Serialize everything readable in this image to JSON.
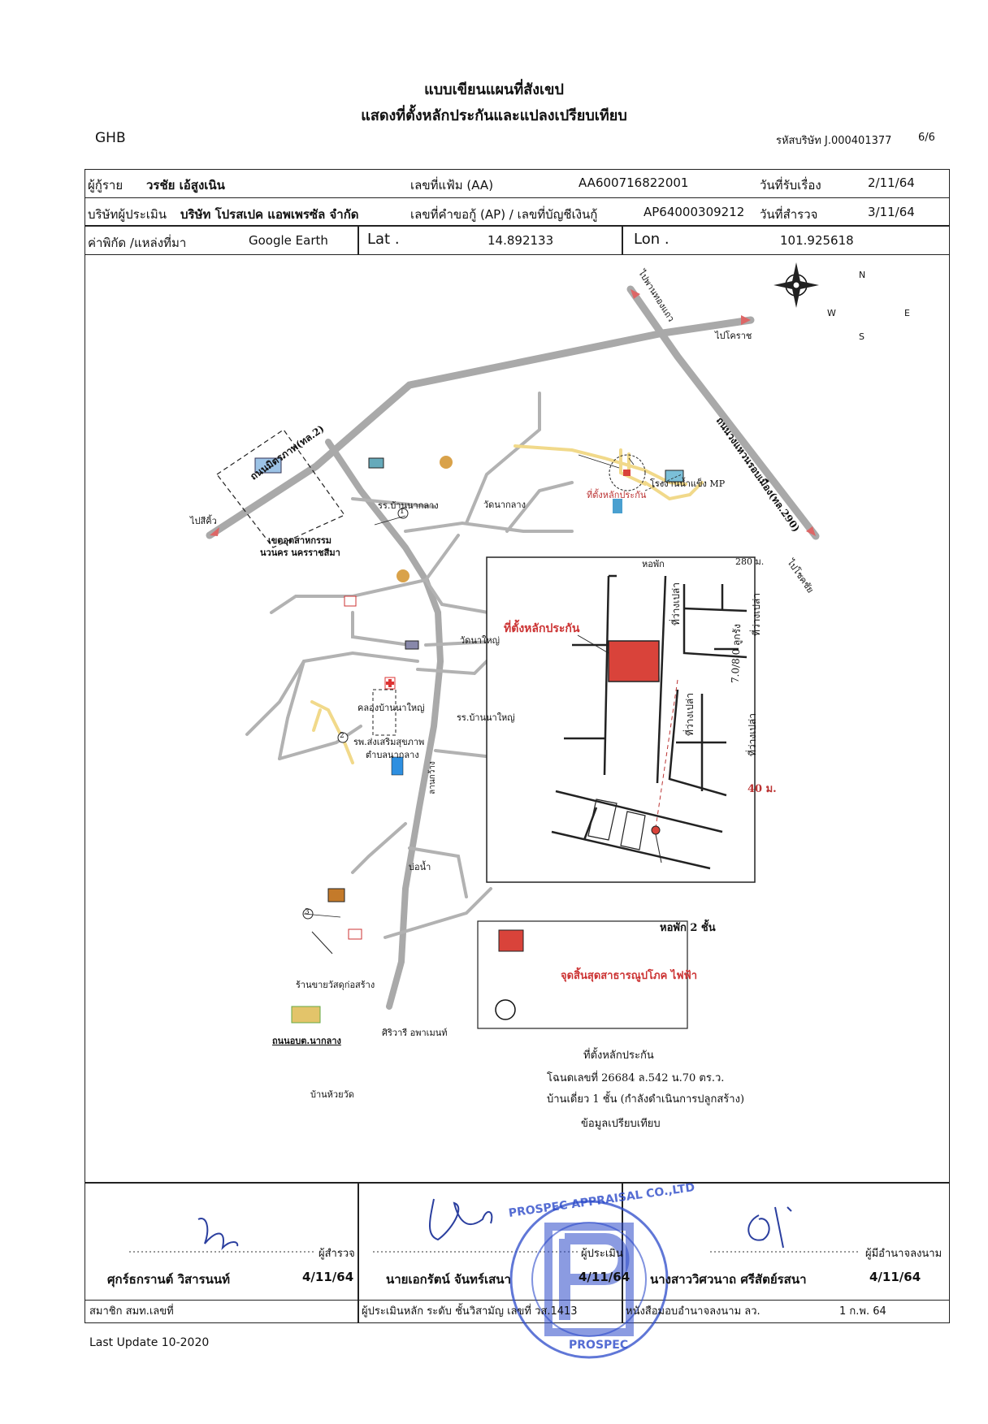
{
  "header": {
    "title_line1": "แบบเขียนแผนที่สังเขป",
    "title_line2": "แสดงที่ตั้งหลักประกันและแปลงเปรียบเทียบ",
    "bank": "GHB",
    "company_code": "รหัสบริษัท J.000401377",
    "page": "6/6"
  },
  "info": {
    "borrower_label": "ผู้กู้ราย",
    "borrower": "วรชัย เอ้สูงเนิน",
    "file_label": "เลขที่แฟ้ม (AA)",
    "file_no": "AA600716822001",
    "received_label": "วันที่รับเรื่อง",
    "received_date": "2/11/64",
    "company_label": "บริษัทผู้ประเมิน",
    "company": "บริษัท โปรสเปค แอพเพรซัล จำกัด",
    "request_label": "เลขที่คำขอกู้ (AP) / เลขที่บัญชีเงินกู้",
    "request_no": "AP64000309212",
    "survey_label": "วันที่สำรวจ",
    "survey_date": "3/11/64",
    "coord_label": "ค่าพิกัด /แหล่งที่มา",
    "coord_source": "Google Earth",
    "lat_label": "Lat .",
    "lat": "14.892133",
    "lon_label": "Lon .",
    "lon": "101.925618"
  },
  "map": {
    "compass": {
      "n": "N",
      "s": "S",
      "e": "E",
      "w": "W"
    },
    "labels": {
      "to_korat": "ไปโคราช",
      "to_bypass_top": "ไปพานทองแถว",
      "to_sikhio": "ไปสีคิ้ว",
      "to_chok": "ไปโชคชัย",
      "road_mittraphap": "ถนนมิตรภาพ(ทล.2)",
      "road_ring": "ถนนวงแหวนรอบเมือง(ทล.290)",
      "industrial_1": "เขตอุตสาหกรรม",
      "industrial_2": "นวนคร นครราชสีมา",
      "school_naklang": "รร.บ้านนากลาง",
      "wat_naklang": "วัดนากลาง",
      "collateral_site": "ที่ตั้งหลักประกัน",
      "ice_factory": "โรงงานน้ำแข็ง MP",
      "dormitory": "หอพัก",
      "dist_280": "280 ม.",
      "wat_nayai": "วัดนาใหญ่",
      "canal_nayai": "คลองบ้านนาใหญ่",
      "school_nayai": "รร.บ้านนาใหญ่",
      "hospital_1": "รพ.ส่งเสริมสุขภาพ",
      "hospital_2": "ตำบลนากลาง",
      "plaza": "ลานกว้าง",
      "pond": "บ่อน้ำ",
      "shop": "ร้านขายวัสดุก่อสร้าง",
      "apartment": "ศิริวารี อพาเมนท์",
      "road_obt": "ถนนอบต.นากลาง",
      "ban_huaiwat": "บ้านห้วยวัด",
      "m1": "1",
      "m2": "2",
      "m3": "3"
    },
    "inset": {
      "collateral": "ที่ตั้งหลักประกัน",
      "vacant": "ที่ว่างเปล่า",
      "road_width": "7.0/8.0 ลูกรัง",
      "dist_40": "40 ม.",
      "dorm2": "หอพัก 2 ชั้น",
      "pole": "จุดสิ้นสุดสาธารณูปโภค ไฟฟ้า"
    },
    "legend": {
      "collateral": "ที่ตั้งหลักประกัน",
      "deed": "โฉนดเลขที่ 26684 ล.542 น.70 ตร.ว.",
      "house": "บ้านเดี่ยว 1 ชั้น (กำลังดำเนินการปลูกสร้าง)",
      "compare": "ข้อมูลเปรียบเทียบ"
    },
    "colors": {
      "road": "#a9a9a9",
      "collateral": "#d9433a",
      "yellow_road": "#f1d98a"
    }
  },
  "footer": {
    "surveyor_role": "ผู้สำรวจ",
    "surveyor_name": "ศุกร์ธกรานต์ วิสารนนท์",
    "surveyor_date": "4/11/64",
    "surveyor_member": "สมาชิก สมท.เลขที่",
    "appraiser_role": "ผู้ประเมิน",
    "appraiser_name": "นายเอกรัตน์ จันทร์เสนา",
    "appraiser_date": "4/11/64",
    "appraiser_level": "ผู้ประเมินหลัก ระดับ ชั้นวิสามัญ เลขที่ วส.1413",
    "signer_role": "ผู้มีอำนาจลงนาม",
    "signer_name": "นางสาววิศวนาถ ศรีสัตย์รสนา",
    "signer_date": "4/11/64",
    "signer_auth": "หนังสือมอบอำนาจลงนาม ลว.",
    "signer_auth_date": "1 ก.พ. 64",
    "stamp_text": "PROSPEC APPRAISAL CO.,LTD",
    "stamp_bottom": "PROSPEC",
    "last_update": "Last Update 10-2020"
  }
}
